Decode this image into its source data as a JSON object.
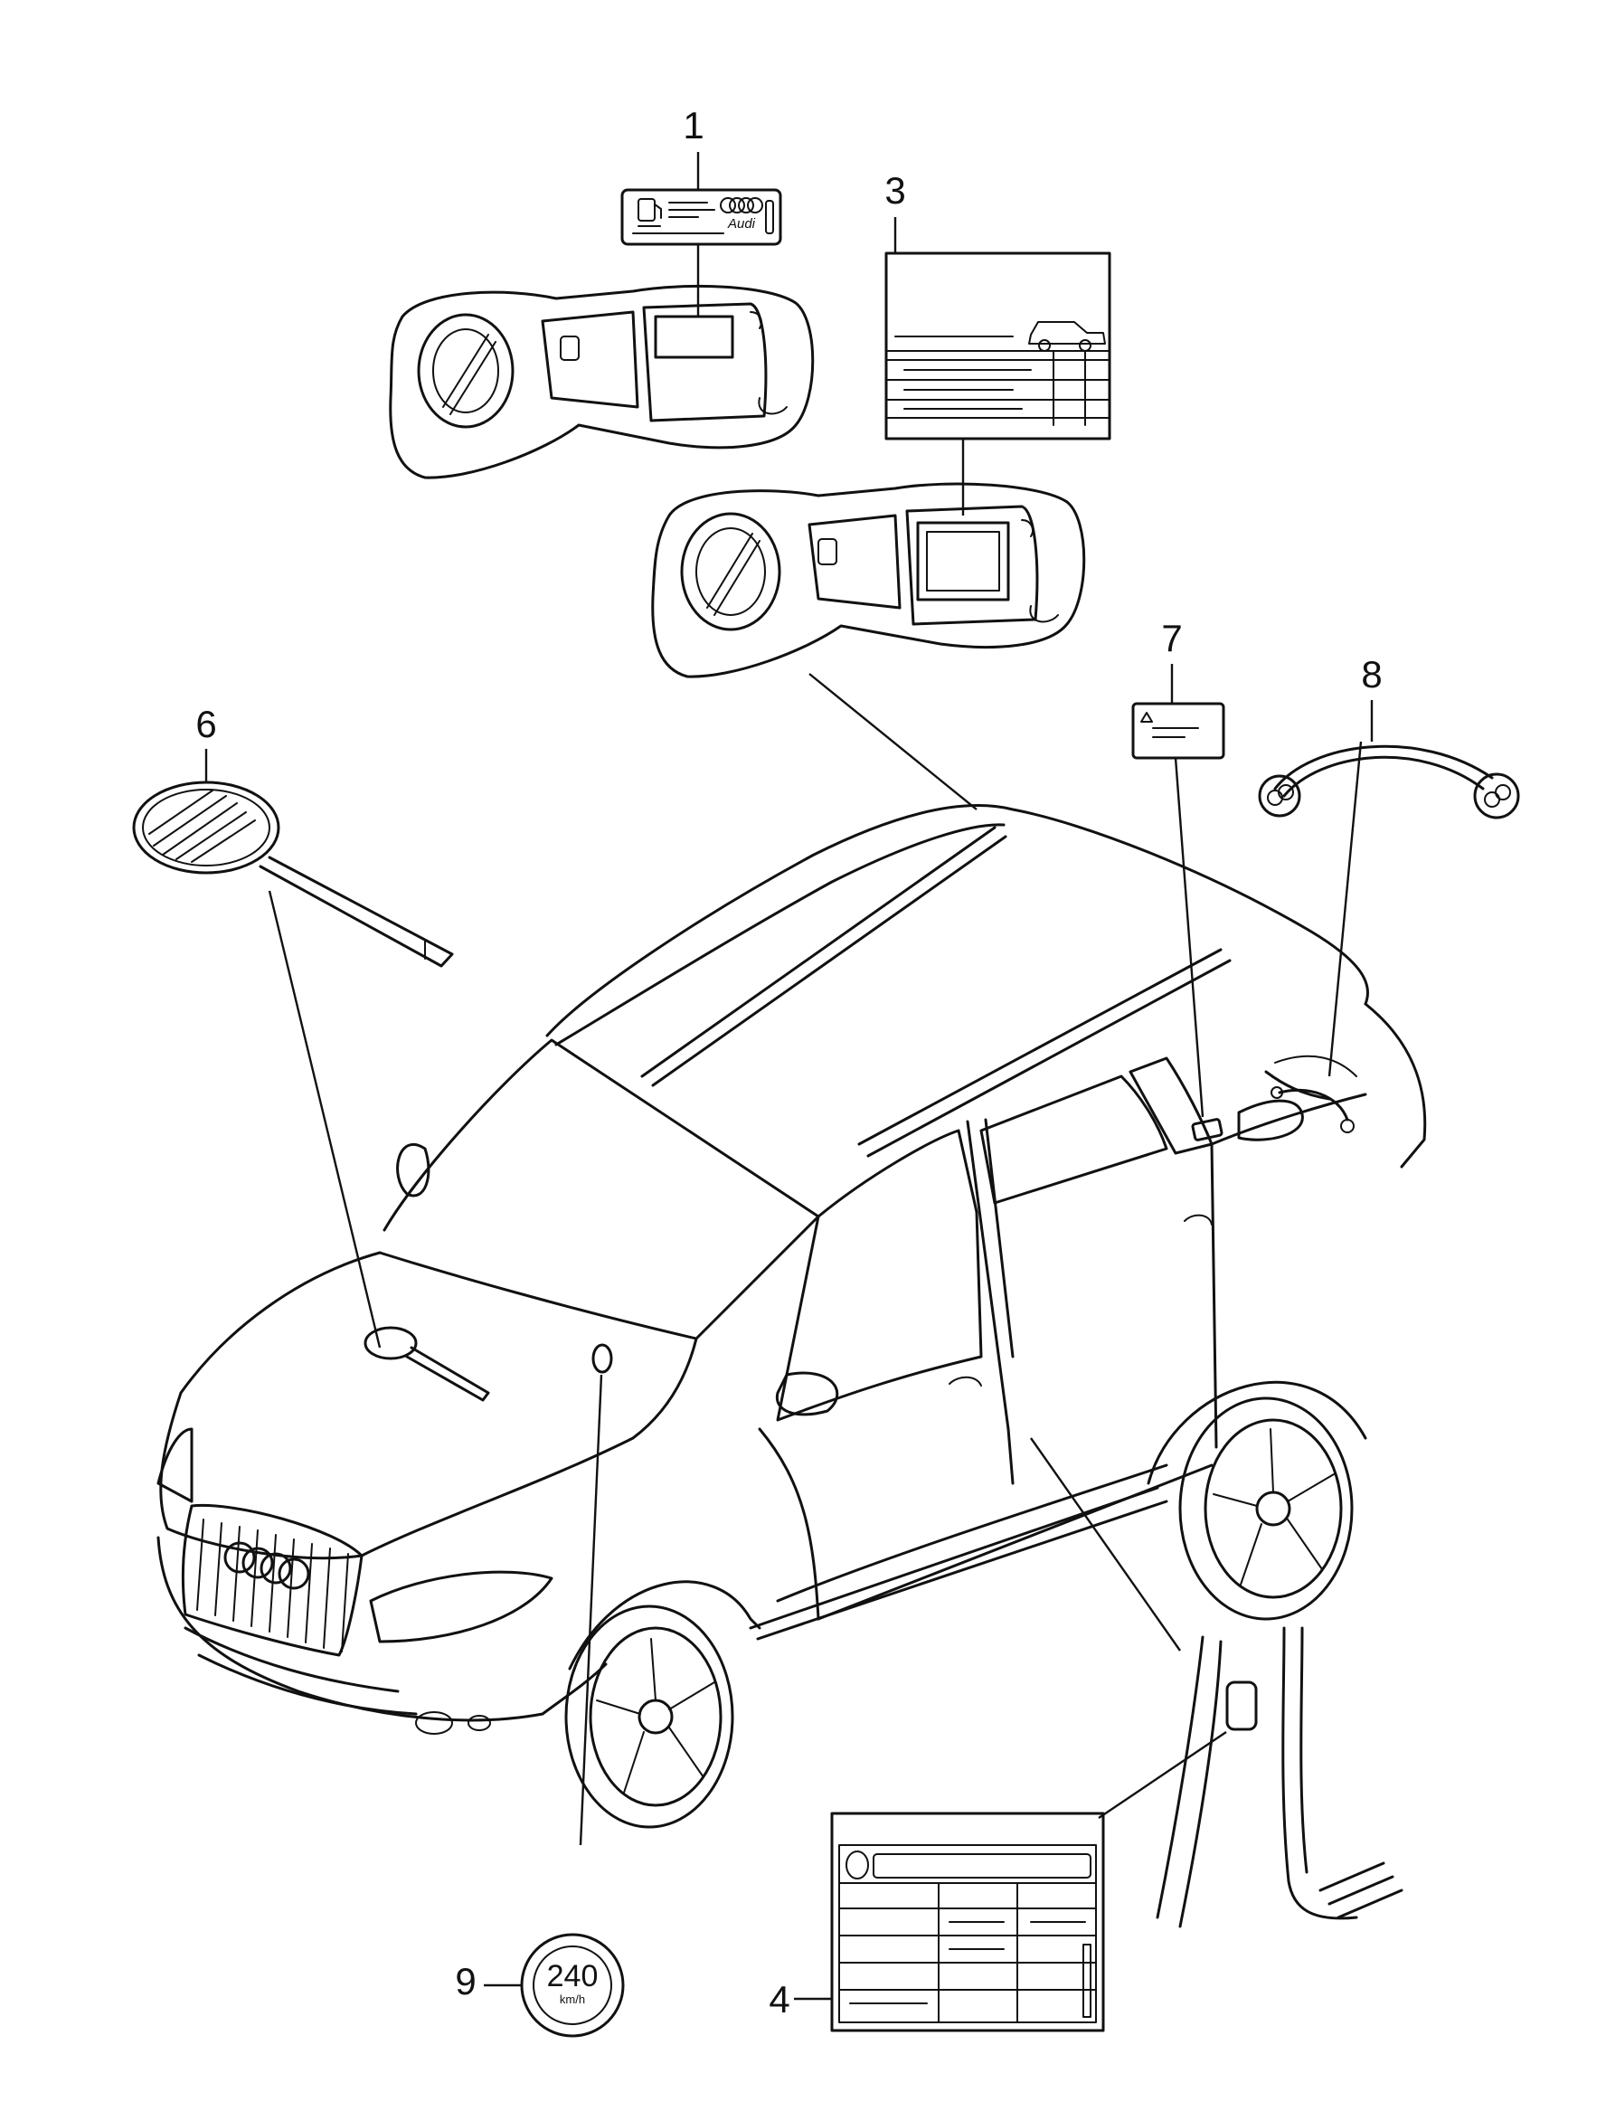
{
  "callouts": {
    "c1": "1",
    "c3": "3",
    "c4": "4",
    "c6": "6",
    "c7": "7",
    "c8": "8",
    "c9": "9"
  },
  "speed_badge": {
    "value": "240",
    "unit": "km/h"
  },
  "fuel_label": {
    "logo_text": "Audi"
  },
  "icons": {
    "fuel_pump": "fuel-pump-icon",
    "car": "car-icon",
    "warning": "warning-triangle-icon",
    "audi_rings": "audi-rings-logo"
  }
}
